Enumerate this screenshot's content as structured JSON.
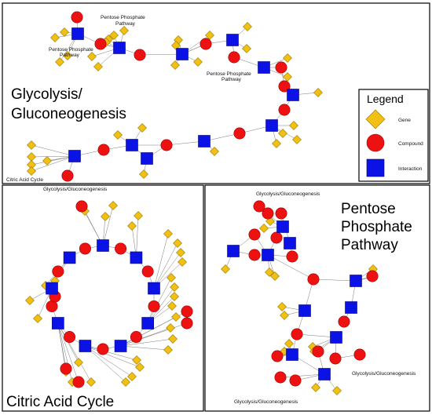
{
  "panels": {
    "glycolysis_title_line1": "Glycolysis/",
    "glycolysis_title_line2": "Gluconeogenesis",
    "citric_title": "Citric Acid Cycle",
    "ppp_title_line1": "Pentose",
    "ppp_title_line2": "Phosphate",
    "ppp_title_line3": "Pathway"
  },
  "legend": {
    "title": "Legend",
    "items": [
      {
        "label": "Gene",
        "shape": "diamond",
        "color": "#f2c012"
      },
      {
        "label": "Compound",
        "shape": "circle",
        "color": "#ee1111"
      },
      {
        "label": "Interaction",
        "shape": "square",
        "color": "#0a12e6"
      }
    ]
  },
  "pathway_labels": {
    "ppp_top_line1": "Pentose Phosphate",
    "ppp_top_line2": "Pathway",
    "ppp_left_line1": "Pentose Phosphate",
    "ppp_left_line2": "Pathway",
    "ppp_mid_line1": "Pentose Phosphate",
    "ppp_mid_line2": "Pathway",
    "citric_link": "Citric Acid Cycle",
    "tca_top": "Glycolysis/Gluconeogenesis",
    "ppp_panel_top": "Glycolysis/Gluconeogenesis",
    "ppp_panel_right": "Glycolysis/Gluconeogenesis",
    "ppp_panel_bottom": "Glycolysis/Gluconeogenesis"
  },
  "colors": {
    "gene": "#f2c012",
    "compound": "#ee1111",
    "interaction": "#0a12e6"
  }
}
